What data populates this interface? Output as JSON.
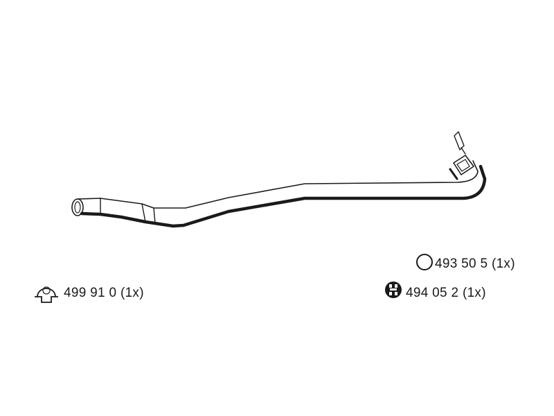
{
  "parts": [
    {
      "icon": "pipe-clamp-icon",
      "number": "499 91 0 (1x)"
    },
    {
      "icon": "sealing-ring-icon",
      "number": "493 50 5 (1x)"
    },
    {
      "icon": "rubber-hanger-icon",
      "number": "494 05 2 (1x)"
    }
  ],
  "colors": {
    "line": "#1a1a1a",
    "background": "#ffffff"
  }
}
